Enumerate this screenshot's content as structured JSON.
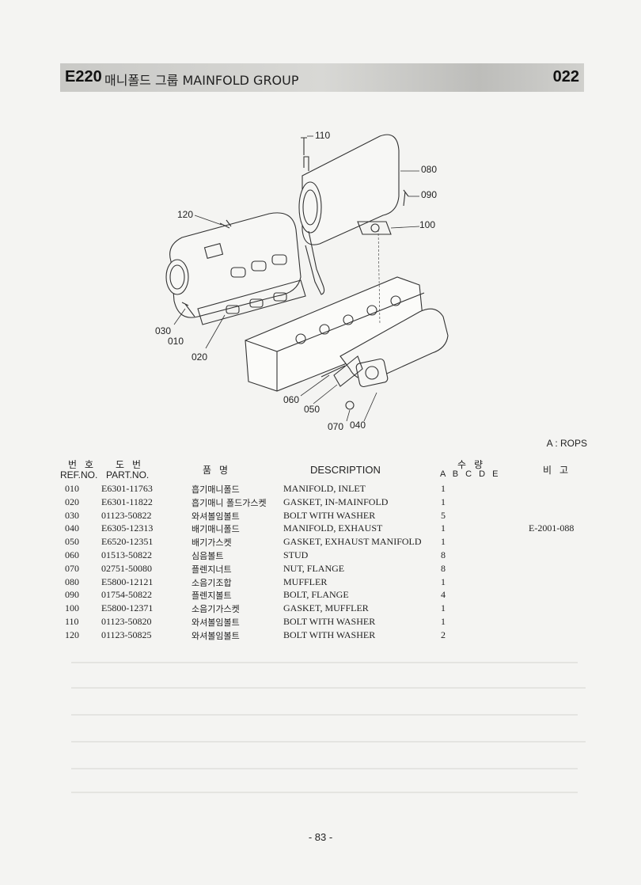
{
  "header": {
    "code": "E220",
    "title": "매니폴드 그룹  MAINFOLD GROUP",
    "page_code": "022"
  },
  "diagram": {
    "callouts": [
      "110",
      "080",
      "090",
      "100",
      "120",
      "030",
      "010",
      "020",
      "060",
      "050",
      "070",
      "040"
    ]
  },
  "note": "A : ROPS",
  "table": {
    "headers": {
      "ref_kor": "번호",
      "ref_en": "REF.NO.",
      "part_kor": "도번",
      "part_en": "PART.NO.",
      "name_kor": "품명",
      "desc": "DESCRIPTION",
      "qty_kor": "수량",
      "qty_cols": "A B C D E",
      "remarks_kor": "비고"
    },
    "rows": [
      {
        "ref": "010",
        "part": "E6301-11763",
        "kor": "흡기매니폴드",
        "desc": "MANIFOLD, INLET",
        "qty": "1",
        "remarks": ""
      },
      {
        "ref": "020",
        "part": "E6301-11822",
        "kor": "흡기매니 폴드가스켓",
        "desc": "GASKET, IN-MAINFOLD",
        "qty": "1",
        "remarks": ""
      },
      {
        "ref": "030",
        "part": "01123-50822",
        "kor": "와셔볼임볼트",
        "desc": "BOLT WITH WASHER",
        "qty": "5",
        "remarks": ""
      },
      {
        "ref": "040",
        "part": "E6305-12313",
        "kor": "배기매니폴드",
        "desc": "MANIFOLD, EXHAUST",
        "qty": "1",
        "remarks": "E-2001-088"
      },
      {
        "ref": "050",
        "part": "E6520-12351",
        "kor": "배기가스켓",
        "desc": "GASKET, EXHAUST MANIFOLD",
        "qty": "1",
        "remarks": ""
      },
      {
        "ref": "060",
        "part": "01513-50822",
        "kor": "심음볼트",
        "desc": "STUD",
        "qty": "8",
        "remarks": ""
      },
      {
        "ref": "070",
        "part": "02751-50080",
        "kor": "플렌지너트",
        "desc": "NUT, FLANGE",
        "qty": "8",
        "remarks": ""
      },
      {
        "ref": "080",
        "part": "E5800-12121",
        "kor": "소음기조합",
        "desc": "MUFFLER",
        "qty": "1",
        "remarks": ""
      },
      {
        "ref": "090",
        "part": "01754-50822",
        "kor": "플렌지볼트",
        "desc": "BOLT, FLANGE",
        "qty": "4",
        "remarks": ""
      },
      {
        "ref": "100",
        "part": "E5800-12371",
        "kor": "소음기가스켓",
        "desc": "GASKET, MUFFLER",
        "qty": "1",
        "remarks": ""
      },
      {
        "ref": "110",
        "part": "01123-50820",
        "kor": "와셔볼임볼트",
        "desc": "BOLT WITH WASHER",
        "qty": "1",
        "remarks": ""
      },
      {
        "ref": "120",
        "part": "01123-50825",
        "kor": "와셔볼임볼트",
        "desc": "BOLT WITH WASHER",
        "qty": "2",
        "remarks": ""
      }
    ]
  },
  "footer": {
    "page_number": "- 83 -"
  }
}
